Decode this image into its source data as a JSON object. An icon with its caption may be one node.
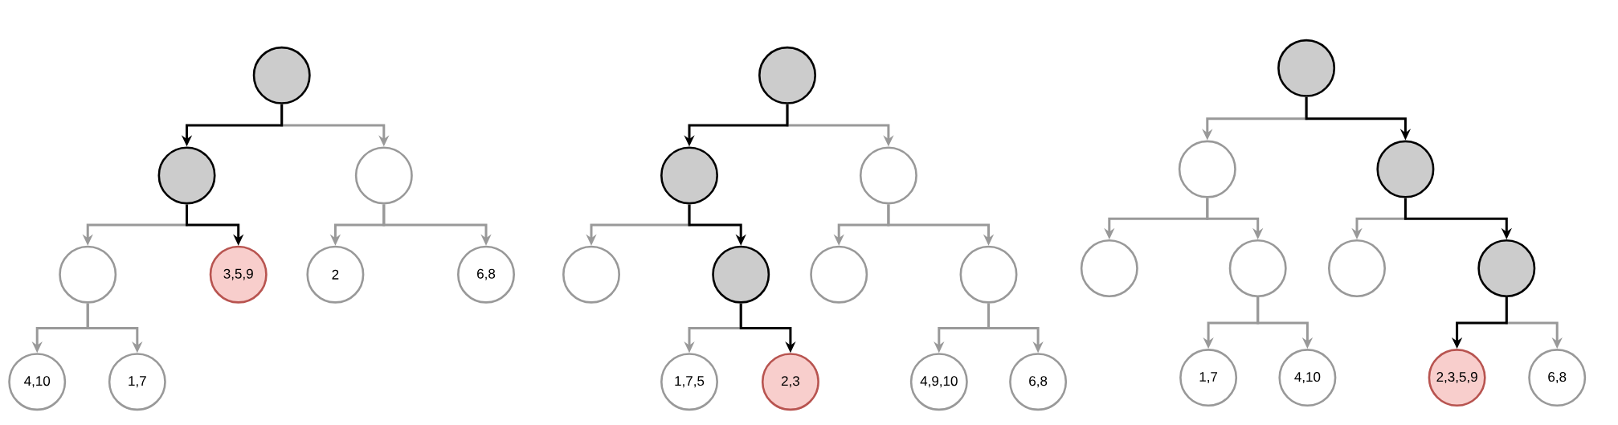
{
  "diagram": {
    "nodes": [
      {
        "text": [],
        "shape": "circle"
      },
      {
        "text": [],
        "shape": "circle"
      },
      {
        "text": [],
        "shape": "circle"
      },
      {
        "text": [],
        "shape": "circle"
      },
      {
        "text": [
          "3,5,9"
        ]
      },
      {
        "text": [
          "2"
        ]
      },
      {
        "text": [
          "6,8"
        ]
      },
      {
        "text": [
          "4,10"
        ]
      },
      {
        "text": [
          "1,7"
        ]
      },
      {
        "text": [],
        "shape": "circle"
      },
      {
        "text": [],
        "shape": "circle"
      },
      {
        "text": [],
        "shape": "circle"
      },
      {
        "text": [],
        "shape": "circle"
      },
      {
        "text": [],
        "shape": "circle"
      },
      {
        "text": [],
        "shape": "circle"
      },
      {
        "text": [],
        "shape": "circle"
      },
      {
        "text": [
          "1,7,5"
        ]
      },
      {
        "text": [
          "2,3"
        ]
      },
      {
        "text": [
          "4,9,10"
        ]
      },
      {
        "text": [
          "6,8"
        ]
      },
      {
        "text": [],
        "shape": "circle"
      },
      {
        "text": [],
        "shape": "circle"
      },
      {
        "text": [],
        "shape": "circle"
      },
      {
        "text": [],
        "shape": "circle"
      },
      {
        "text": [],
        "shape": "circle"
      },
      {
        "text": [],
        "shape": "circle"
      },
      {
        "text": [],
        "shape": "circle"
      },
      {
        "text": [
          "1,7"
        ]
      },
      {
        "text": [
          "4,10"
        ]
      },
      {
        "text": [
          "2,3,5,9"
        ]
      },
      {
        "text": [
          "6,8"
        ]
      }
    ],
    "edges": [
      {
        "from": 0,
        "to": 1,
        "arrow": "to",
        "color": "#000000"
      },
      {
        "from": 0,
        "to": 2,
        "arrow": "to"
      },
      {
        "from": 1,
        "to": 3,
        "arrow": "to"
      },
      {
        "from": 1,
        "to": 4,
        "arrow": "to",
        "color": "#000000"
      },
      {
        "from": 2,
        "to": 5,
        "arrow": "to"
      },
      {
        "from": 2,
        "to": 6,
        "arrow": "to"
      },
      {
        "from": 3,
        "to": 7,
        "arrow": "to"
      },
      {
        "from": 3,
        "to": 8,
        "arrow": "to"
      },
      {
        "from": 9,
        "to": 10,
        "arrow": "to",
        "color": "#000000"
      },
      {
        "from": 9,
        "to": 11,
        "arrow": "to"
      },
      {
        "from": 10,
        "to": 12,
        "arrow": "to"
      },
      {
        "from": 10,
        "to": 13,
        "arrow": "to",
        "color": "#000000"
      },
      {
        "from": 11,
        "to": 14,
        "arrow": "to"
      },
      {
        "from": 11,
        "to": 15,
        "arrow": "to"
      },
      {
        "from": 13,
        "to": 16,
        "arrow": "to"
      },
      {
        "from": 13,
        "to": 17,
        "arrow": "to",
        "color": "#000000"
      },
      {
        "from": 15,
        "to": 18,
        "arrow": "to"
      },
      {
        "from": 15,
        "to": 19,
        "arrow": "to"
      },
      {
        "from": 20,
        "to": 21,
        "arrow": "to"
      },
      {
        "from": 20,
        "to": 22,
        "arrow": "to",
        "color": "#000000"
      },
      {
        "from": 21,
        "to": 23,
        "arrow": "to"
      },
      {
        "from": 21,
        "to": 24,
        "arrow": "to"
      },
      {
        "from": 22,
        "to": 25,
        "arrow": "to"
      },
      {
        "from": 22,
        "to": 26,
        "arrow": "to",
        "color": "#000000"
      },
      {
        "from": 24,
        "to": 27,
        "arrow": "to"
      },
      {
        "from": 24,
        "to": 28,
        "arrow": "to"
      },
      {
        "from": 26,
        "to": 29,
        "arrow": "to",
        "color": "#000000"
      },
      {
        "from": 26,
        "to": 30,
        "arrow": "to"
      }
    ]
  }
}
